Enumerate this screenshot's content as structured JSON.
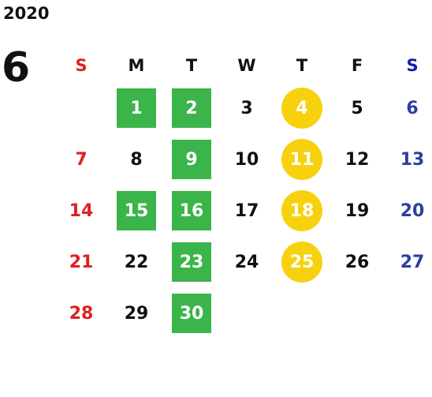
{
  "calendar": {
    "year": "2020",
    "month": "6",
    "weekdays": [
      "S",
      "M",
      "T",
      "W",
      "T",
      "F",
      "S"
    ],
    "weeks": [
      [
        "",
        "1",
        "2",
        "3",
        "4",
        "5",
        "6"
      ],
      [
        "7",
        "8",
        "9",
        "10",
        "11",
        "12",
        "13"
      ],
      [
        "14",
        "15",
        "16",
        "17",
        "18",
        "19",
        "20"
      ],
      [
        "21",
        "22",
        "23",
        "24",
        "25",
        "26",
        "27"
      ],
      [
        "28",
        "29",
        "30",
        "",
        "",
        "",
        ""
      ]
    ],
    "green_marked_days": [
      "1",
      "2",
      "9",
      "15",
      "16",
      "23",
      "30"
    ],
    "yellow_marked_days": [
      "4",
      "11",
      "18",
      "25"
    ]
  },
  "colors": {
    "sunday": "#e02020",
    "saturday": "#2b3fa0",
    "green_mark": "#3bb44a",
    "yellow_mark": "#f7d10d"
  }
}
